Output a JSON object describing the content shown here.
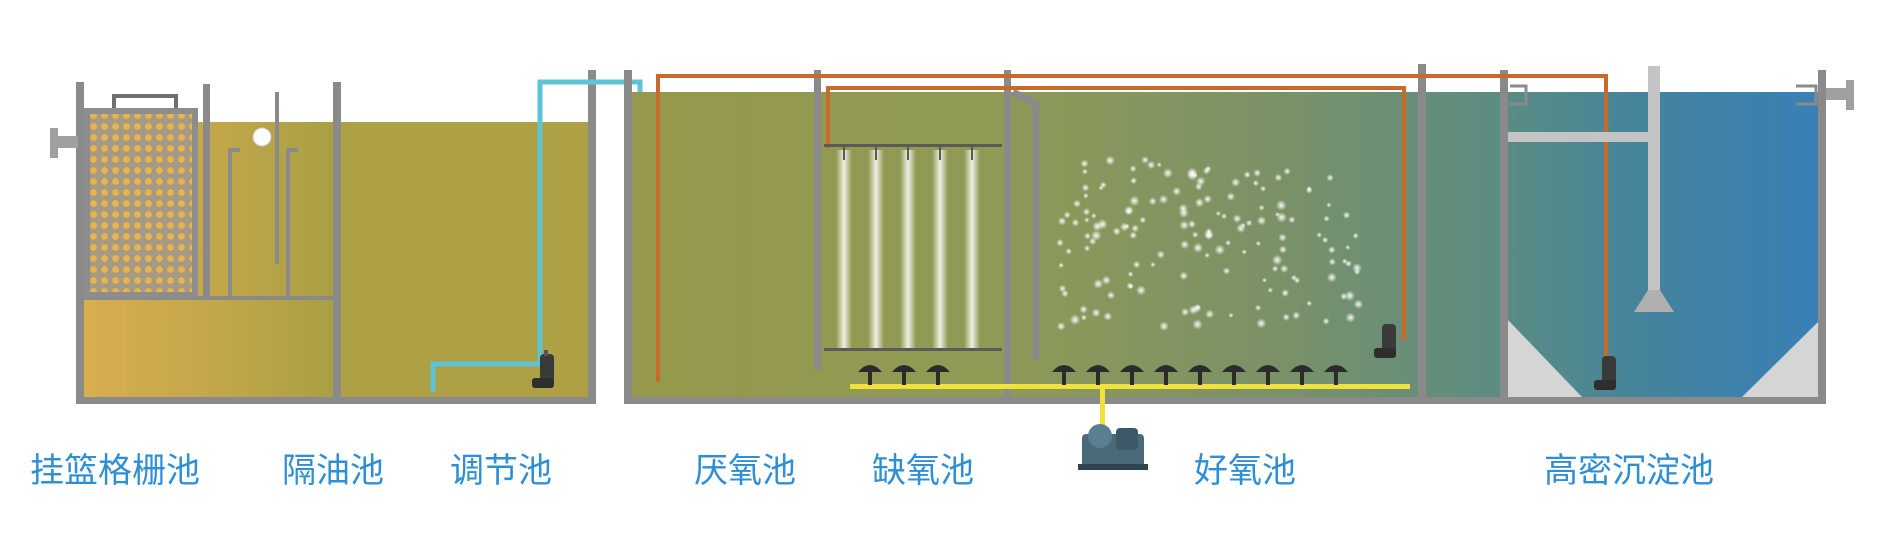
{
  "stages": [
    {
      "name": "挂篮格栅池"
    },
    {
      "name": "隔油池"
    },
    {
      "name": "调节池"
    },
    {
      "name": "厌氧池"
    },
    {
      "name": "缺氧池"
    },
    {
      "name": "好氧池"
    },
    {
      "name": "高密沉淀池"
    }
  ],
  "colors": {
    "label": "#2f8fd6",
    "wall": "#8a8a8a",
    "water_left": "#d4ad4c",
    "water_mid": "#9a9a50",
    "water_right": "#3a82b8",
    "pipe_cyan": "#5cc4d6",
    "pipe_orange": "#c96a2a",
    "pipe_yellow": "#f0e23a"
  }
}
